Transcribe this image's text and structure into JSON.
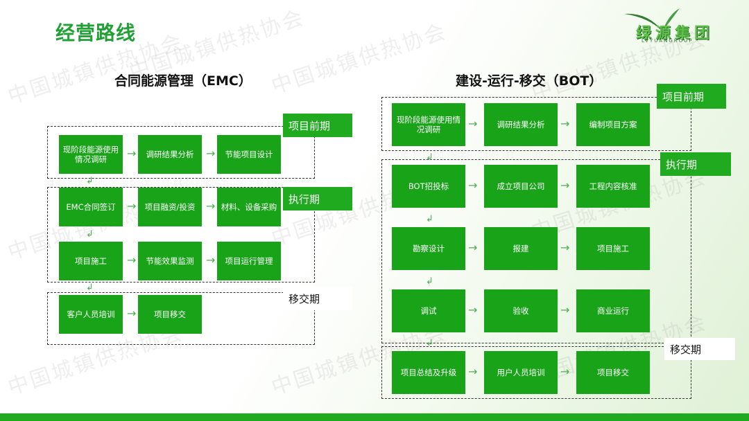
{
  "title": "经营路线",
  "logo": {
    "text": "绿源集团",
    "sub": "LVYUANGROUP"
  },
  "watermark": "中国城镇供热协会",
  "emc": {
    "heading": "合同能源管理（EMC）",
    "phase1_label": "项目前期",
    "phase2_label": "执行期",
    "phase3_label": "移交期",
    "row1": [
      "现阶段能源使用情况调研",
      "调研结果分析",
      "节能项目设计"
    ],
    "row2": [
      "EMC合同签订",
      "项目融资/投资",
      "材料、设备采购"
    ],
    "row3": [
      "项目施工",
      "节能效果监测",
      "项目运行管理"
    ],
    "row4": [
      "客户人员培训",
      "项目移交"
    ]
  },
  "bot": {
    "heading": "建设-运行-移交（BOT）",
    "phase1_label": "项目前期",
    "phase2_label": "执行期",
    "phase3_label": "移交期",
    "row1": [
      "现阶段能源使用情况调研",
      "调研结果分析",
      "编制项目方案"
    ],
    "row2": [
      "BOT招投标",
      "成立项目公司",
      "工程内容核准"
    ],
    "row3": [
      "勘察设计",
      "报建",
      "项目施工"
    ],
    "row4": [
      "调试",
      "验收",
      "商业运行"
    ],
    "row5": [
      "项目总结及升级",
      "用户人员培训",
      "项目移交"
    ]
  },
  "colors": {
    "accent": "#1faa1f",
    "title": "#21a035"
  }
}
